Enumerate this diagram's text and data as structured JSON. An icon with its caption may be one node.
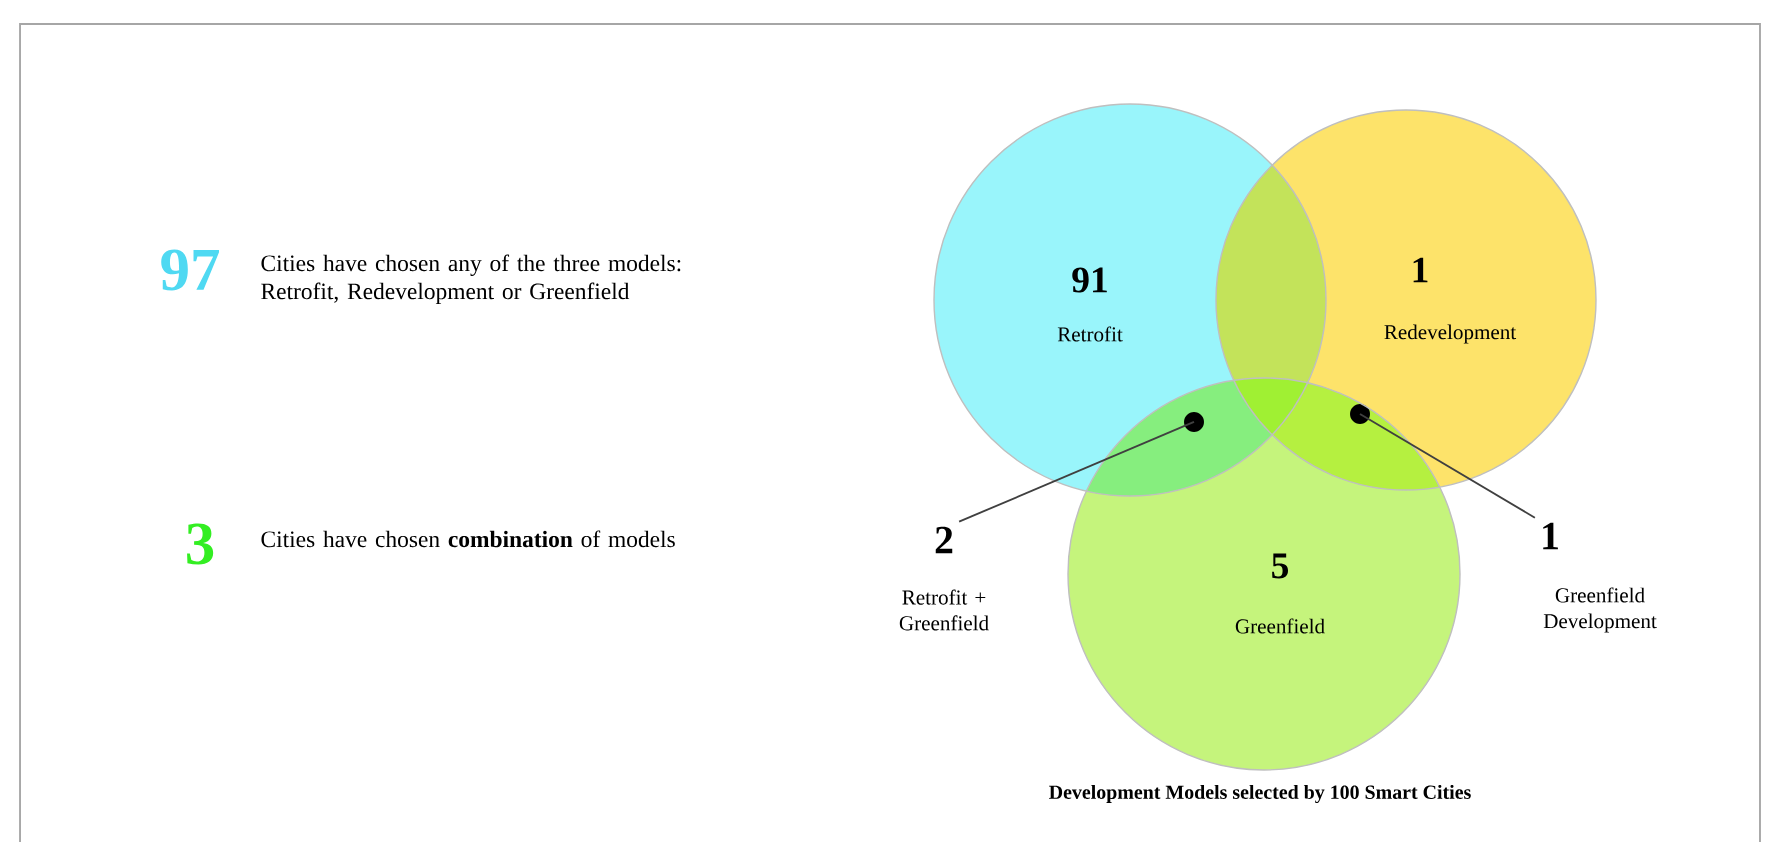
{
  "diagram": {
    "caption": "Development Models selected by 100 Smart Cities",
    "nodes": [
      {
        "text": [
          "91",
          "Retrofit"
        ]
      },
      {
        "text": [
          "1",
          "Redevelopment"
        ]
      },
      {
        "text": [],
        "shape": "circle"
      },
      {
        "text": [],
        "shape": "circle"
      },
      {
        "text": [
          "5",
          "Greenfield"
        ]
      },
      {
        "text": [
          "2",
          "Retrofit + Greenfield"
        ]
      },
      {
        "text": [
          "1",
          "Greenfield Development"
        ]
      }
    ],
    "edges": [
      {
        "from": 5,
        "to": 2,
        "arrow": "none"
      },
      {
        "from": 6,
        "to": 3,
        "arrow": "none"
      }
    ],
    "labels": [
      "97",
      "Cities have chosen any of the three models: Retrofit, Redevelopment or Greenfield",
      "3",
      "Cities have chosen **combination** of models"
    ]
  }
}
